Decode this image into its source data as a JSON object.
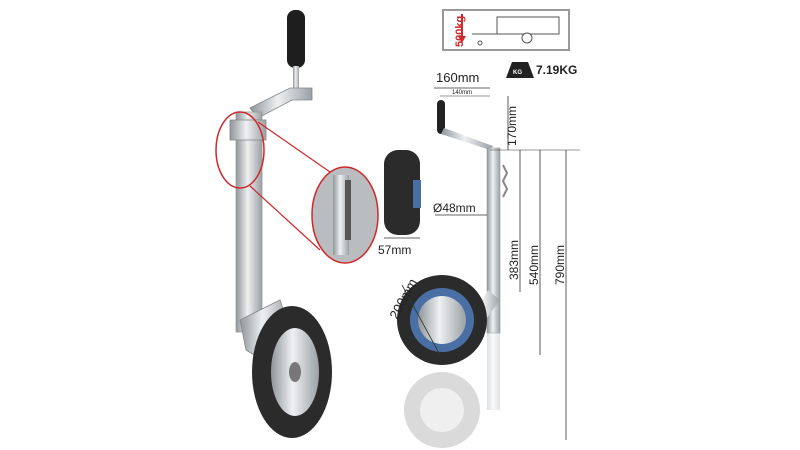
{
  "capacity_label": "500kg",
  "weight_label": "7.19KG",
  "weight_icon_text": "KG",
  "dimensions": {
    "handle_width": "160mm",
    "handle_inner_width": "140mm",
    "handle_height": "170mm",
    "tube_diameter": "Ø48mm",
    "wheel_width": "57mm",
    "wheel_diameter": "200mm",
    "tube_length": "383mm",
    "min_height": "540mm",
    "max_height": "790mm"
  },
  "colors": {
    "accent_red": "#d0282a",
    "metal": "#c9cdd0",
    "tyre": "#2b2b2b"
  }
}
